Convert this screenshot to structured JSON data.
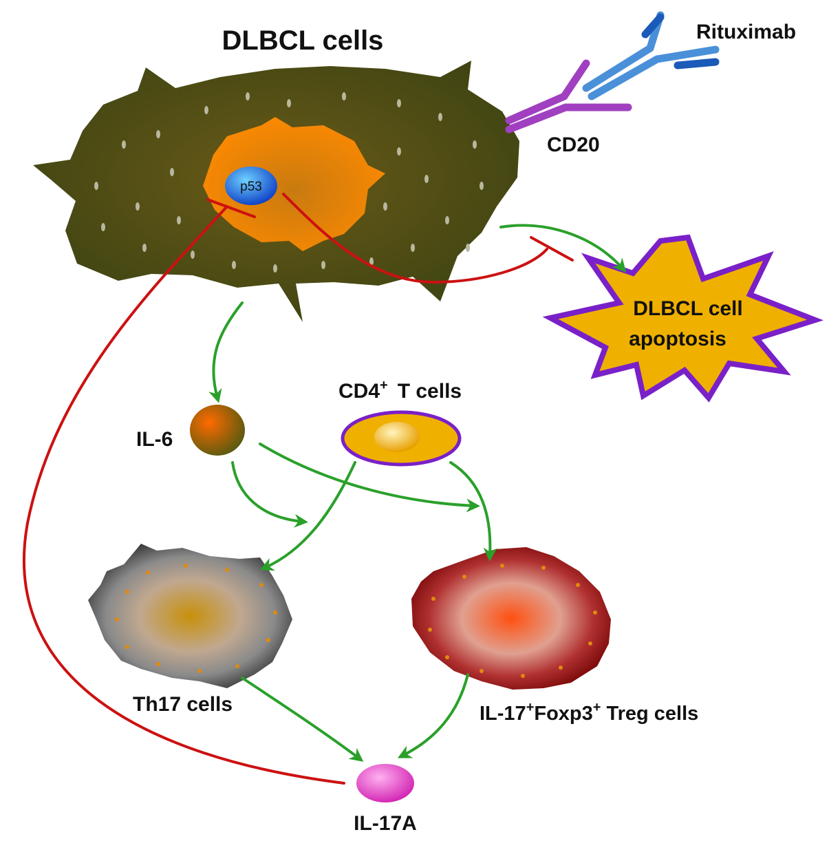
{
  "title": "DLBCL cells",
  "labels": {
    "rituximab": "Rituximab",
    "cd20": "CD20",
    "p53": "p53",
    "apoptosis_line1": "DLBCL cell",
    "apoptosis_line2": "apoptosis",
    "cd4_main": "CD4",
    "cd4_sup": "+",
    "cd4_tail": "T cells",
    "il6": "IL-6",
    "th17": "Th17 cells",
    "treg_a": "IL-17",
    "treg_sup1": "+",
    "treg_b": "Foxp3",
    "treg_sup2": "+",
    "treg_c": "Treg cells",
    "il17a": "IL-17A"
  },
  "colors": {
    "activation_arrow": "#2aa02a",
    "inhibition_line": "#cc1111",
    "dlbcl_cell": "#4a4a12",
    "nucleus": "#f07a00",
    "p53": "#1f6ee8",
    "cd20": "#a040c0",
    "rituximab": "#4a90d9",
    "apoptosis_fill": "#f0b000",
    "apoptosis_outline": "#7a20c8",
    "cd4_fill": "#f0b000",
    "cd4_outline": "#7a20c8",
    "th17_cell": "#4a4a4a",
    "treg_cell": "#9a1010",
    "il17a": "#e040c0"
  }
}
